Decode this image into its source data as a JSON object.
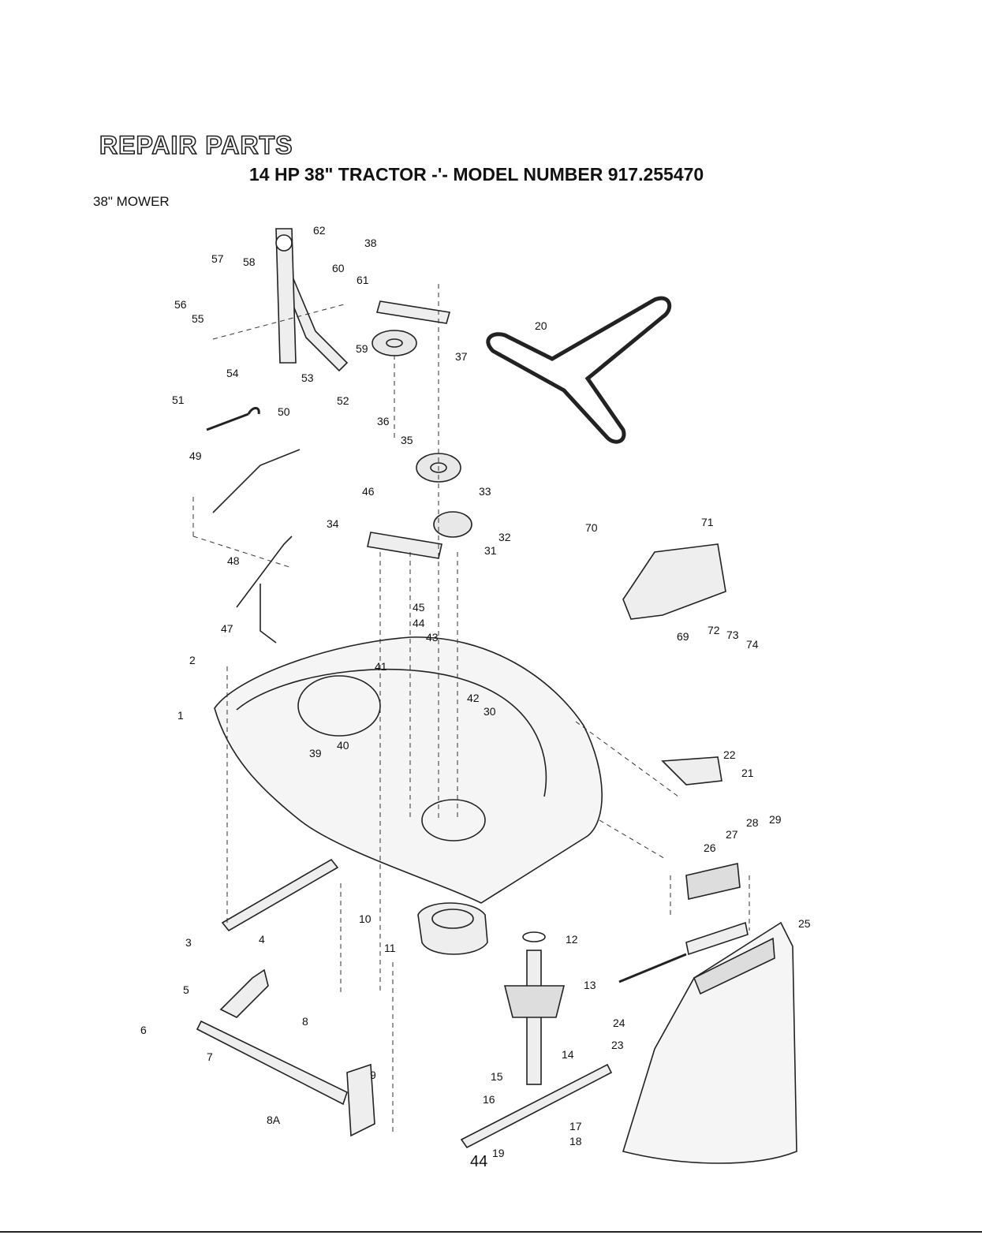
{
  "header": {
    "title": "REPAIR PARTS",
    "subtitle": "14 HP 38\" TRACTOR -'- MODEL NUMBER 917.255470",
    "section": "38\" MOWER"
  },
  "footer": {
    "page_number": "44"
  },
  "diagram": {
    "part_labels": [
      "1",
      "2",
      "3",
      "4",
      "5",
      "6",
      "7",
      "8",
      "8A",
      "9",
      "10",
      "11",
      "12",
      "13",
      "14",
      "15",
      "16",
      "17",
      "18",
      "19",
      "20",
      "21",
      "22",
      "23",
      "24",
      "25",
      "26",
      "27",
      "28",
      "29",
      "30",
      "31",
      "32",
      "33",
      "34",
      "35",
      "36",
      "37",
      "38",
      "39",
      "40",
      "41",
      "42",
      "43",
      "44",
      "45",
      "46",
      "47",
      "48",
      "49",
      "50",
      "51",
      "52",
      "53",
      "54",
      "55",
      "56",
      "57",
      "58",
      "59",
      "60",
      "61",
      "62",
      "69",
      "70",
      "71",
      "72",
      "73",
      "74"
    ]
  }
}
